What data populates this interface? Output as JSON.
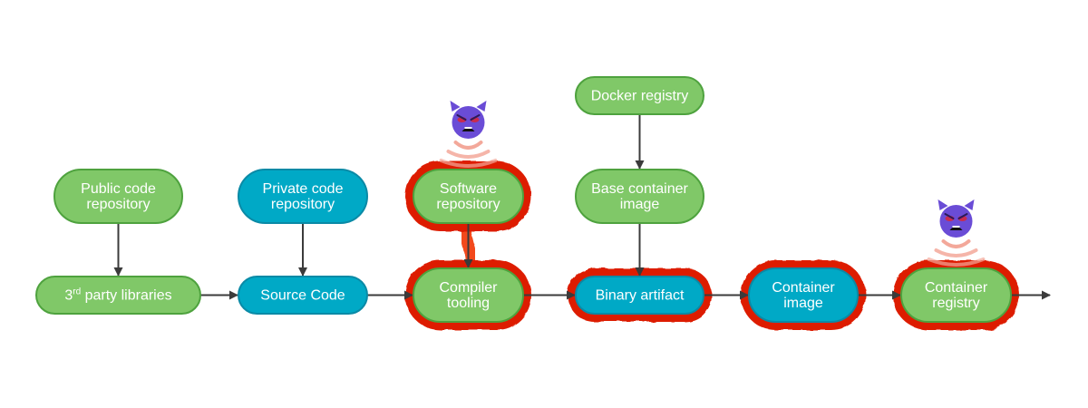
{
  "colors": {
    "green_fill": "#80c868",
    "green_stroke": "#4ea23e",
    "blue_fill": "#00a9c6",
    "blue_stroke": "#0a8aa6",
    "edge": "#3b3b3b",
    "compromise_outline": "#dd1f00",
    "attack_path": "#f2481a",
    "devil": "#6a4cd6",
    "devil_eye": "#e0232d",
    "signal": "#f3a89a",
    "text": "#ffffff"
  },
  "nodes": [
    {
      "id": "public-code-repository",
      "lines": [
        "Public code",
        "repository"
      ],
      "kind": "green",
      "compromised": false
    },
    {
      "id": "third-party-libraries",
      "lines": [
        "3rd party libraries"
      ],
      "kind": "green",
      "compromised": false,
      "superscript": {
        "base": "3",
        "sup": "rd",
        "rest": " party libraries"
      }
    },
    {
      "id": "private-code-repository",
      "lines": [
        "Private code",
        "repository"
      ],
      "kind": "blue",
      "compromised": false
    },
    {
      "id": "source-code",
      "lines": [
        "Source Code"
      ],
      "kind": "blue",
      "compromised": false
    },
    {
      "id": "software-repository",
      "lines": [
        "Software",
        "repository"
      ],
      "kind": "green",
      "compromised": true
    },
    {
      "id": "compiler-tooling",
      "lines": [
        "Compiler",
        "tooling"
      ],
      "kind": "green",
      "compromised": true
    },
    {
      "id": "docker-registry",
      "lines": [
        "Docker registry"
      ],
      "kind": "green",
      "compromised": false
    },
    {
      "id": "base-container-image",
      "lines": [
        "Base container",
        "image"
      ],
      "kind": "green",
      "compromised": false
    },
    {
      "id": "binary-artifact",
      "lines": [
        "Binary artifact"
      ],
      "kind": "blue",
      "compromised": true
    },
    {
      "id": "container-image",
      "lines": [
        "Container",
        "image"
      ],
      "kind": "blue",
      "compromised": true
    },
    {
      "id": "container-registry",
      "lines": [
        "Container",
        "registry"
      ],
      "kind": "green",
      "compromised": true
    }
  ],
  "edges": [
    {
      "from": "public-code-repository",
      "to": "third-party-libraries",
      "attack": false
    },
    {
      "from": "third-party-libraries",
      "to": "source-code",
      "attack": false
    },
    {
      "from": "private-code-repository",
      "to": "source-code",
      "attack": false
    },
    {
      "from": "source-code",
      "to": "compiler-tooling",
      "attack": false
    },
    {
      "from": "software-repository",
      "to": "compiler-tooling",
      "attack": true
    },
    {
      "from": "compiler-tooling",
      "to": "binary-artifact",
      "attack": true
    },
    {
      "from": "docker-registry",
      "to": "base-container-image",
      "attack": false
    },
    {
      "from": "base-container-image",
      "to": "binary-artifact",
      "attack": false
    },
    {
      "from": "binary-artifact",
      "to": "container-image",
      "attack": true
    },
    {
      "from": "container-image",
      "to": "container-registry",
      "attack": true
    },
    {
      "from": "container-registry",
      "to": "output",
      "attack": true
    }
  ],
  "attackers": [
    {
      "id": "attacker-software-repository",
      "icon": "devil-icon",
      "target": "software-repository"
    },
    {
      "id": "attacker-container-registry",
      "icon": "devil-icon",
      "target": "container-registry"
    }
  ]
}
